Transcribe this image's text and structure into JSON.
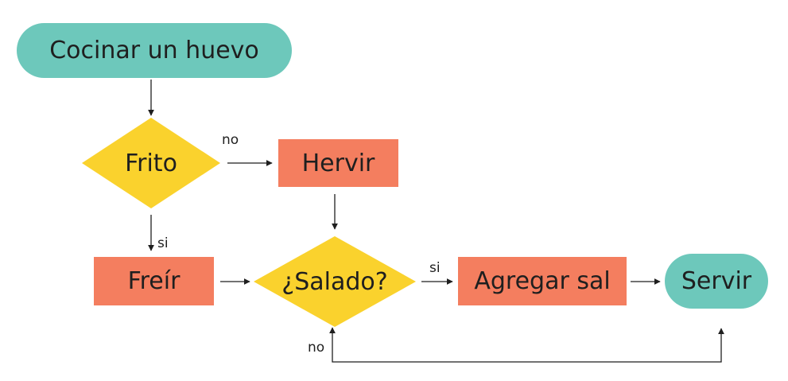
{
  "colors": {
    "terminal": "#6dc8bb",
    "process": "#f47e5f",
    "decision": "#fad22d",
    "line": "#1f1f1f"
  },
  "nodes": {
    "start": "Cocinar un huevo",
    "fried_decision": "Frito",
    "boil": "Hervir",
    "fry": "Freír",
    "salted_decision": "¿Salado?",
    "add_salt": "Agregar sal",
    "serve": "Servir"
  },
  "edge_labels": {
    "fried_no": "no",
    "fried_yes": "si",
    "salted_yes": "si",
    "salted_no": "no"
  }
}
